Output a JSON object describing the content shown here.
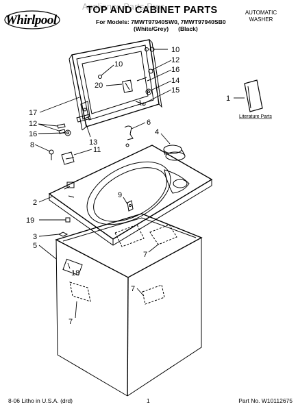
{
  "header": {
    "brand": "Whirlpool",
    "watermark": "Appliance Parts Pros",
    "title": "TOP AND CABINET PARTS",
    "models_line": "For Models: 7MWT97940SW0, 7MWT97940SB0",
    "variant_white": "(White/Grey)",
    "variant_black": "(Black)",
    "product_type_line1": "AUTOMATIC",
    "product_type_line2": "WASHER"
  },
  "diagram": {
    "literature_label": "Literature Parts",
    "callouts": [
      {
        "id": "c10a",
        "text": "10"
      },
      {
        "id": "c10b",
        "text": "10"
      },
      {
        "id": "c12a",
        "text": "12"
      },
      {
        "id": "c16a",
        "text": "16"
      },
      {
        "id": "c20",
        "text": "20"
      },
      {
        "id": "c14",
        "text": "14"
      },
      {
        "id": "c15",
        "text": "15"
      },
      {
        "id": "c1",
        "text": "1"
      },
      {
        "id": "c17",
        "text": "17"
      },
      {
        "id": "c12b",
        "text": "12"
      },
      {
        "id": "c16b",
        "text": "16"
      },
      {
        "id": "c13",
        "text": "13"
      },
      {
        "id": "c6",
        "text": "6"
      },
      {
        "id": "c4",
        "text": "4"
      },
      {
        "id": "c8",
        "text": "8"
      },
      {
        "id": "c11",
        "text": "11"
      },
      {
        "id": "c9",
        "text": "9"
      },
      {
        "id": "c2",
        "text": "2"
      },
      {
        "id": "c19",
        "text": "19"
      },
      {
        "id": "c3",
        "text": "3"
      },
      {
        "id": "c5",
        "text": "5"
      },
      {
        "id": "c7a",
        "text": "7"
      },
      {
        "id": "c18",
        "text": "18"
      },
      {
        "id": "c7b",
        "text": "7"
      },
      {
        "id": "c7c",
        "text": "7"
      }
    ]
  },
  "footer": {
    "litho": "8-06 Litho in U.S.A. (drd)",
    "page": "1",
    "part_no": "Part No. W10112675"
  }
}
